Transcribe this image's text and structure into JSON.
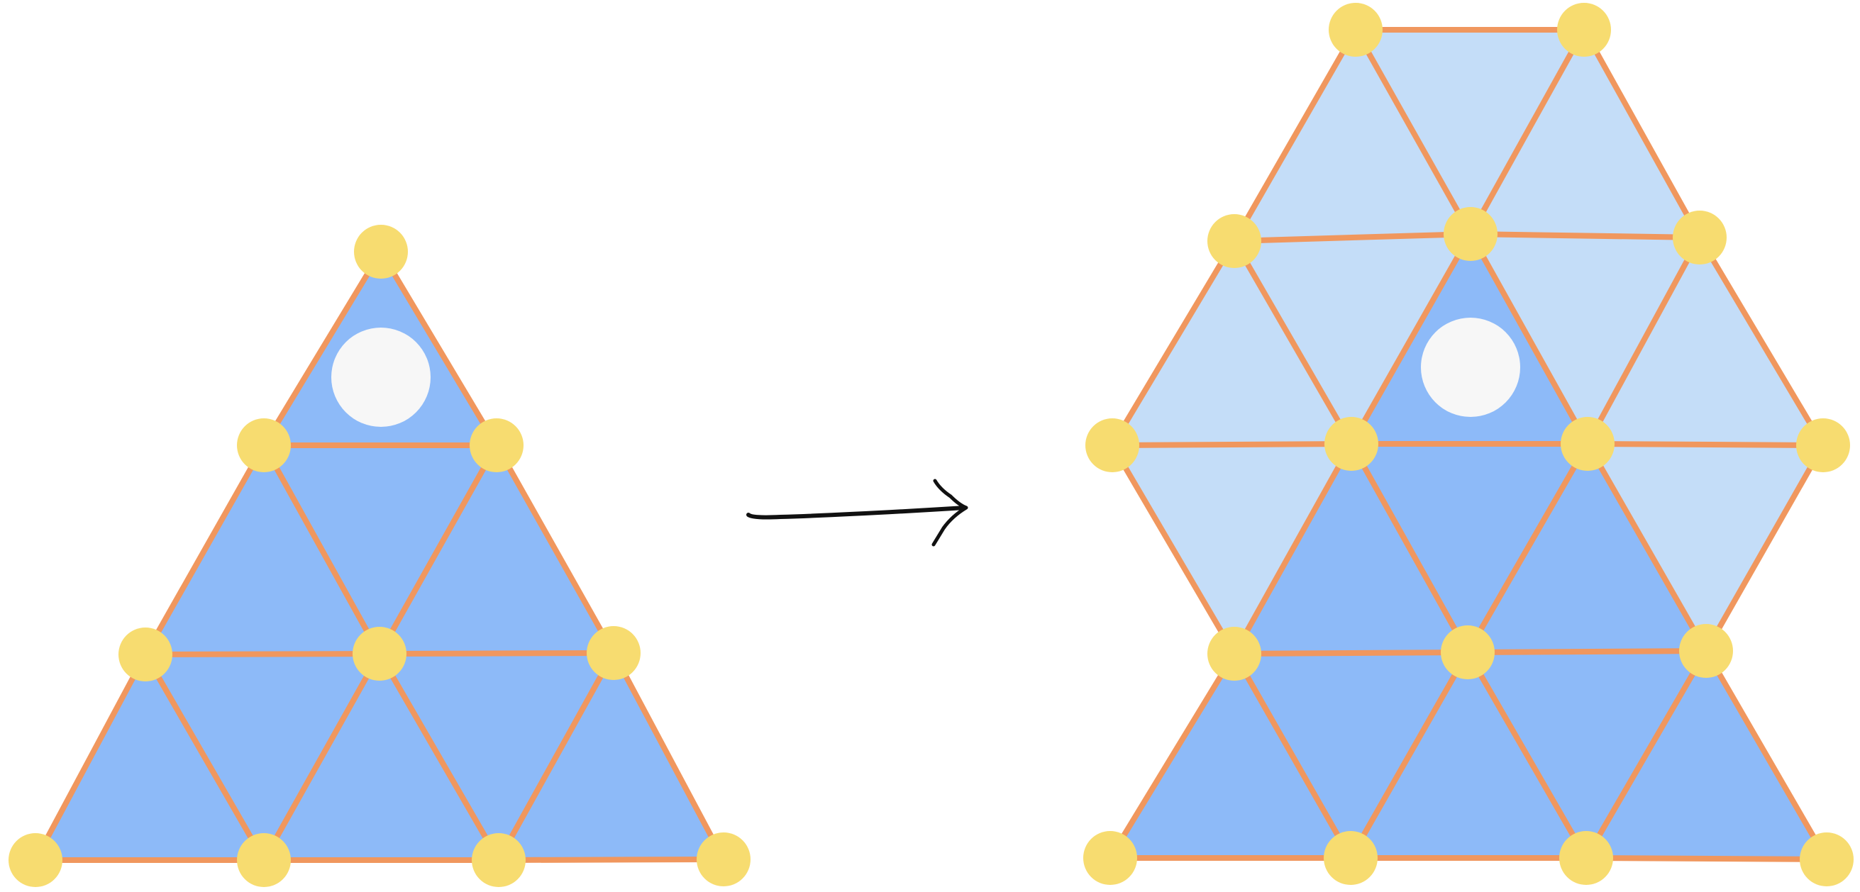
{
  "colors": {
    "background": "#ffffff",
    "tri_dark": "#8dbaf8",
    "tri_light": "#c4ddf8",
    "edge": "#f0975e",
    "node": "#f7dc70",
    "hole": "#f7f7f7",
    "arrow": "#111111"
  },
  "left_figure": {
    "description_free": true,
    "rows": 3,
    "triangles": "all dark"
  },
  "right_figure": {
    "rows": 4,
    "hexagon_ring": "light",
    "core_triangle": "dark"
  },
  "arrow": {
    "direction": "right"
  }
}
